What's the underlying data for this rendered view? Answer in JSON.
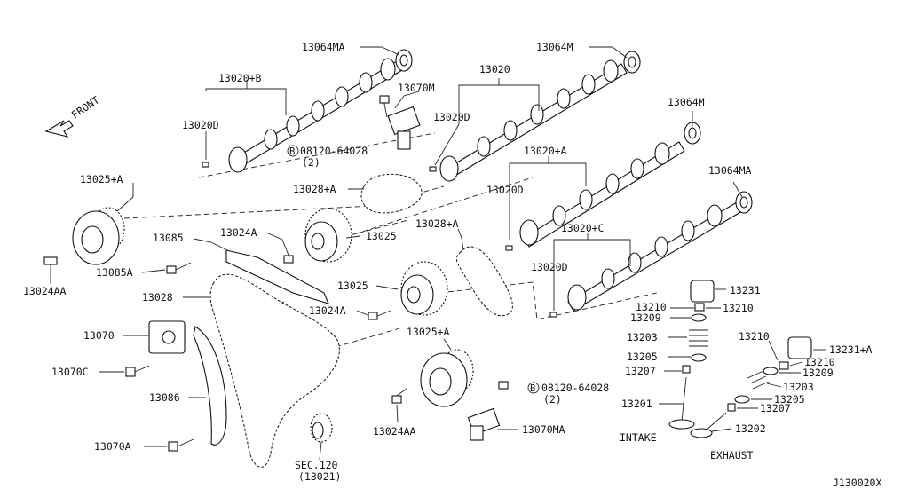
{
  "diagram_id": "J130020X",
  "front_label": "FRONT",
  "callouts": {
    "c13064MA_top": "13064MA",
    "c13020B": "13020+B",
    "c13020D_1": "13020D",
    "c13070M": "13070M",
    "c08120_top": "08120-64028",
    "c08120_top_qty": "(2)",
    "c13064M_top": "13064M",
    "c13020": "13020",
    "c13020D_2": "13020D",
    "c13064M_mid": "13064M",
    "c13020A": "13020+A",
    "c13020D_3": "13020D",
    "c13064MA_mid": "13064MA",
    "c13025A_top": "13025+A",
    "c13028A_top": "13028+A",
    "c13024A_top": "13024A",
    "c13025_mid": "13025",
    "c13085": "13085",
    "c13028A_mid": "13028+A",
    "c13020C": "13020+C",
    "c13020D_4": "13020D",
    "c13024AA_left": "13024AA",
    "c13085A": "13085A",
    "c13028": "13028",
    "c13025_low": "13025",
    "c13024A_low": "13024A",
    "c13070": "13070",
    "c13025A_low": "13025+A",
    "c13070C": "13070C",
    "c13086": "13086",
    "c08120_low": "08120-64028",
    "c08120_low_qty": "(2)",
    "c13024AA_low": "13024AA",
    "c13070MA": "13070MA",
    "c13070A": "13070A",
    "sec120": "SEC.120",
    "sec120_ref": "(13021)",
    "c13231": "13231",
    "c13210_a": "13210",
    "c13210_b": "13210",
    "c13209": "13209",
    "c13203": "13203",
    "c13205": "13205",
    "c13207": "13207",
    "c13201": "13201",
    "intake": "INTAKE",
    "c13231A": "13231+A",
    "c13210_c": "13210",
    "c13210_d": "13210",
    "c13209_r": "13209",
    "c13203_r": "13203",
    "c13205_r": "13205",
    "c13207_r": "13207",
    "c13202": "13202",
    "exhaust": "EXHAUST",
    "bolt_marker": "B"
  }
}
